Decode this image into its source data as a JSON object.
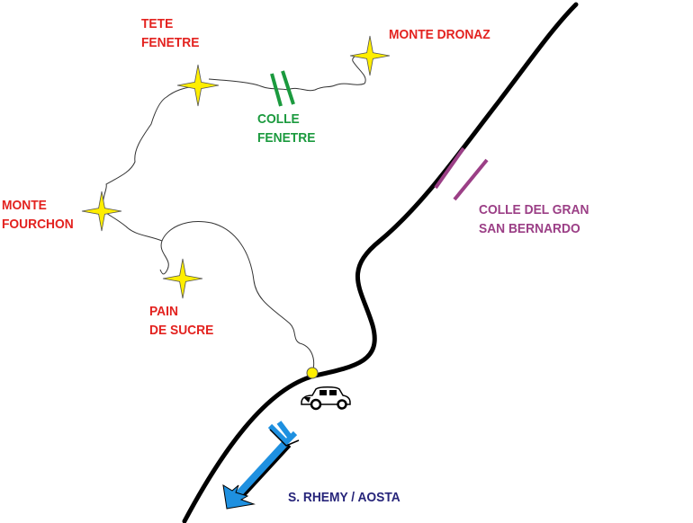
{
  "peaks": [
    {
      "id": "tete-fenetre",
      "lines": [
        "TETE",
        "FENETRE"
      ]
    },
    {
      "id": "monte-dronaz",
      "lines": [
        "MONTE DRONAZ"
      ]
    },
    {
      "id": "monte-fourchon",
      "lines": [
        "MONTE",
        "FOURCHON"
      ]
    },
    {
      "id": "pain-de-sucre",
      "lines": [
        "PAIN",
        "DE SUCRE"
      ]
    }
  ],
  "passes": [
    {
      "id": "colle-fenetre",
      "lines": [
        "COLLE",
        "FENETRE"
      ]
    },
    {
      "id": "colle-gran-san-bernardo",
      "lines": [
        "COLLE DEL GRAN",
        "SAN BERNARDO"
      ]
    }
  ],
  "direction": {
    "label": "S. RHEMY / AOSTA"
  },
  "colors": {
    "peak_label": "#e3221f",
    "colle_fenetre": "#1b9a3e",
    "gran_san_bernardo": "#9b3f86",
    "direction_label": "#27257a",
    "arrow": "#1e90e0",
    "star": "#ffee00",
    "road": "#000000"
  }
}
